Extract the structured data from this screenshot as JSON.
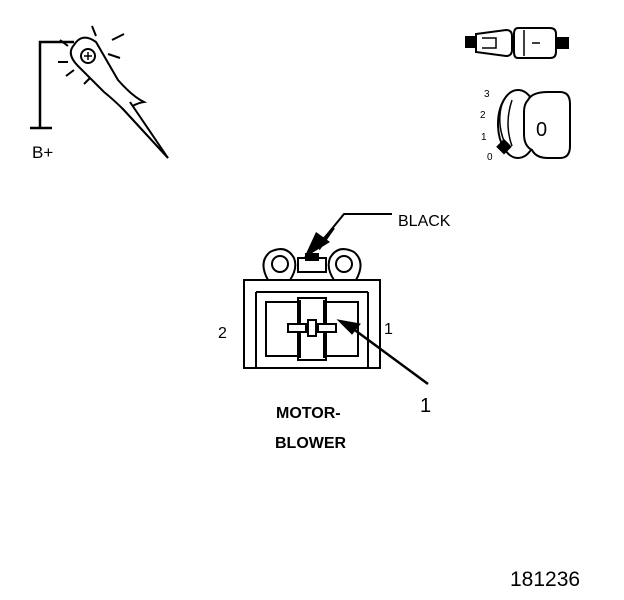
{
  "labels": {
    "b_plus": "B+",
    "black": "BLACK",
    "pin_left": "2",
    "pin_right": "1",
    "callout": "1",
    "title_line1": "MOTOR-",
    "title_line2": "BLOWER",
    "figure_number": "181236"
  },
  "ignition_positions": [
    "3",
    "2",
    "1",
    "0"
  ],
  "key_face_letter": "0"
}
